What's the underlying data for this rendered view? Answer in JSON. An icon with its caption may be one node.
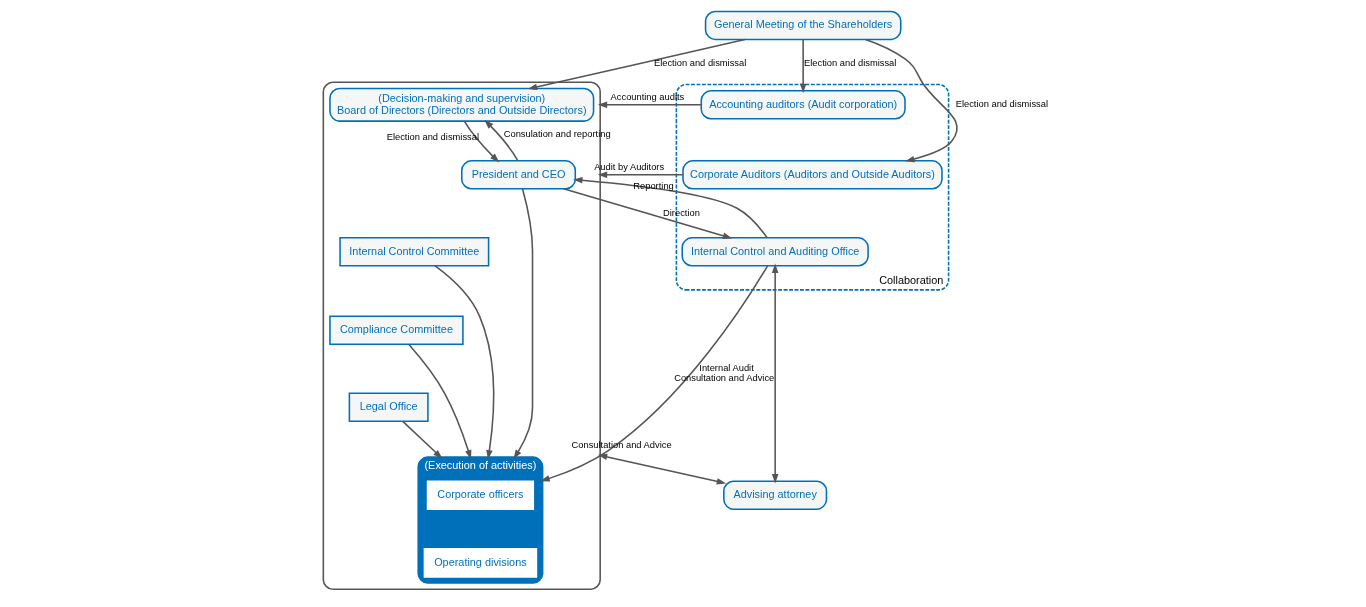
{
  "diagram": {
    "nodes": [
      {
        "text": [
          "General Meeting of the Shareholders"
        ]
      },
      {
        "text": [],
        "shape": "box"
      },
      {
        "text": [
          "(Decision-making and supervision)",
          "Board of Directors (Directors and Outside Directors)"
        ],
        "in": 1
      },
      {
        "text": [
          "President and CEO"
        ],
        "in": 1
      },
      {
        "text": [
          "Internal Control Committee"
        ],
        "in": 1
      },
      {
        "text": [
          "Compliance Committee"
        ],
        "in": 1
      },
      {
        "text": [
          "Legal Office"
        ],
        "in": 1
      },
      {
        "text": [
          "(Execution of activities)"
        ],
        "in": 1
      },
      {
        "text": [
          "Corporate officers"
        ],
        "in": 7
      },
      {
        "text": [
          "Operating divisions"
        ],
        "in": 7
      },
      {
        "text": [
          "Collaboration"
        ]
      },
      {
        "text": [
          "Accounting auditors (Audit corporation)"
        ],
        "in": 10
      },
      {
        "text": [
          "Corporate Auditors (Auditors and Outside Auditors)"
        ],
        "in": 10
      },
      {
        "text": [
          "Internal Control and Auditing Office"
        ],
        "in": 10
      },
      {
        "text": [
          "Advising attorney"
        ]
      }
    ],
    "edges": [
      {
        "from": 0,
        "to": 2,
        "arrow": "to",
        "label": "Election and dismissal"
      },
      {
        "from": 0,
        "to": 11,
        "arrow": "to",
        "label": "Election and dismissal"
      },
      {
        "from": 0,
        "to": 12,
        "arrow": "to",
        "label": "Election and dismissal"
      },
      {
        "from": 3,
        "to": 2,
        "arrow": "to",
        "label": "Consulation and reporting"
      },
      {
        "from": 2,
        "to": 3,
        "arrow": "to",
        "label": "Election and dismissal"
      },
      {
        "from": 3,
        "to": 7,
        "arrow": "to"
      },
      {
        "from": 4,
        "to": 7,
        "arrow": "to"
      },
      {
        "from": 5,
        "to": 7,
        "arrow": "to"
      },
      {
        "from": 6,
        "to": 7,
        "arrow": "to"
      },
      {
        "from": 11,
        "to": 1,
        "arrow": "to",
        "label": "Accounting audits"
      },
      {
        "from": 12,
        "to": 1,
        "arrow": "to",
        "label": "Audit by Auditors"
      },
      {
        "from": 3,
        "to": 13,
        "arrow": "to",
        "label": "Direction"
      },
      {
        "from": 13,
        "to": 3,
        "arrow": "to",
        "label": "Reporting"
      },
      {
        "from": 13,
        "to": 7,
        "arrow": "to",
        "label": "Internal Audit"
      },
      {
        "from": 13,
        "to": 14,
        "arrow": "both",
        "label": "Consultation and Advice"
      },
      {
        "from": 14,
        "to": 1,
        "arrow": "both",
        "label": "Consultation and Advice"
      }
    ]
  }
}
